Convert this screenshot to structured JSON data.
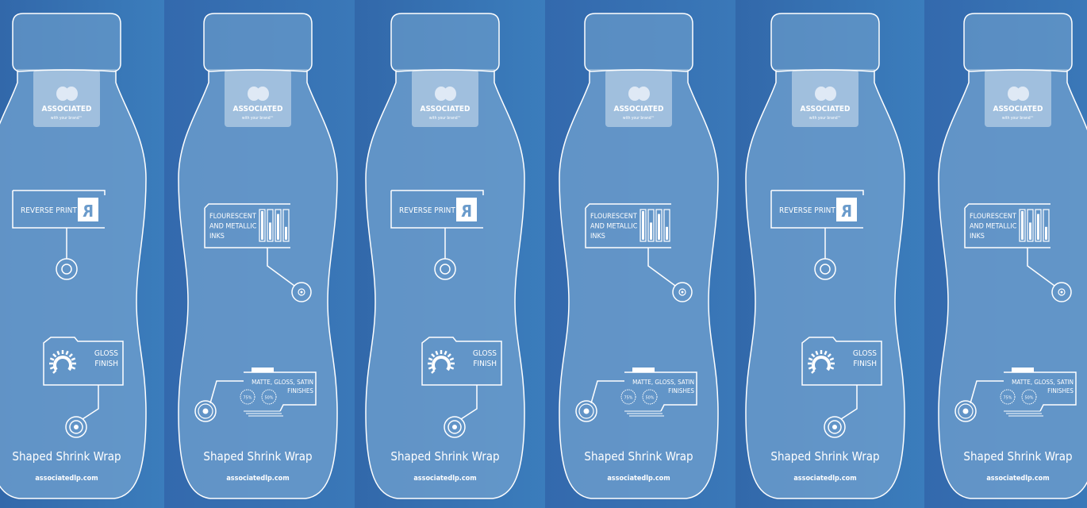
{
  "colors": {
    "panel_light": "#3b7dbc",
    "panel_dark": "#3369ad",
    "bottle_fill": "#6a9bcb",
    "outline": "#ffffff"
  },
  "brand": {
    "name": "ASSOCIATED",
    "tagline": "with your brand™"
  },
  "bottle_a": {
    "feature_1": "REVERSE PRINT",
    "feature_1_icon": "reverse-r-icon",
    "feature_2_lines": [
      "GLOSS",
      "FINISH"
    ],
    "feature_2_icon": "gloss-gauge-icon"
  },
  "bottle_b": {
    "feature_1_lines": [
      "FLOURESCENT",
      "AND METALLIC",
      "INKS"
    ],
    "feature_1_icon": "ink-bars-icon",
    "feature_2_lines": [
      "MATTE, GLOSS, SATIN",
      "FINISHES"
    ],
    "feature_2_badges": [
      "75%",
      "50%"
    ]
  },
  "title": "Shaped Shrink Wrap",
  "url": "associatedlp.com",
  "bottles": [
    "a",
    "b",
    "a",
    "b",
    "a",
    "b"
  ]
}
